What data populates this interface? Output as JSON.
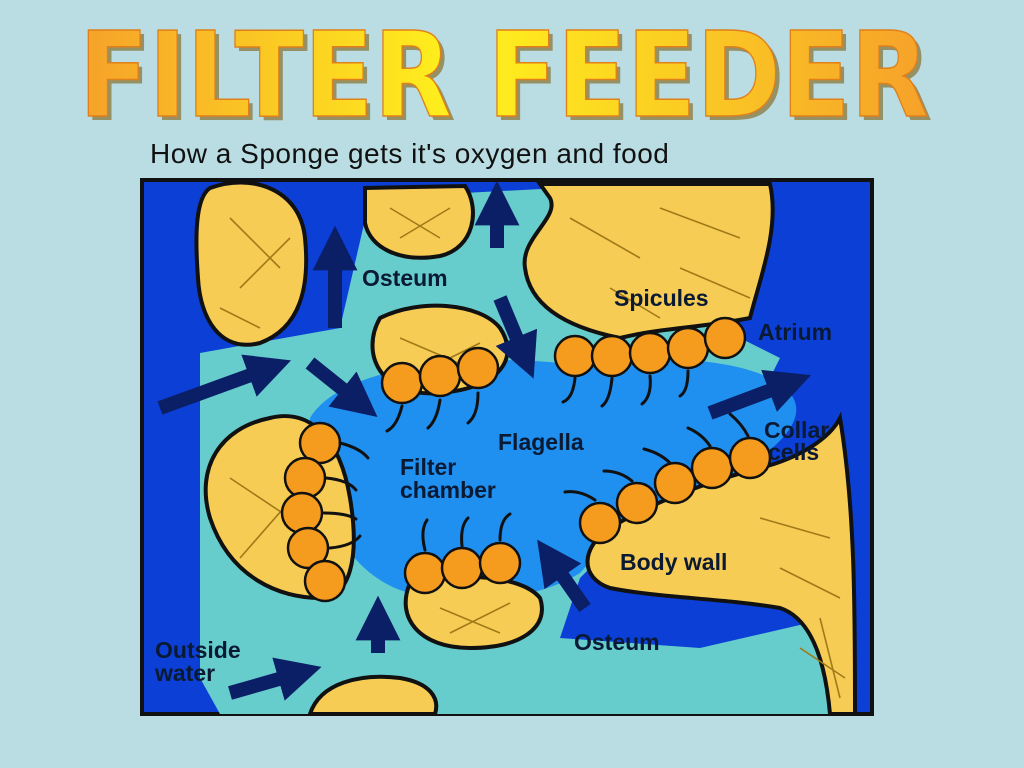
{
  "slide": {
    "title": "FILTER FEEDER",
    "subtitle": "How a Sponge gets it's oxygen and food"
  },
  "diagram": {
    "labels": {
      "osteum_top": "Osteum",
      "spicules": "Spicules",
      "atrium": "Atrium",
      "flagella": "Flagella",
      "filter_chamber_1": "Filter",
      "filter_chamber_2": "chamber",
      "collar_1": "Collar",
      "collar_2": "cells",
      "body_wall": "Body wall",
      "outside_water_1": "Outside",
      "outside_water_2": "water",
      "osteum_bottom": "Osteum"
    },
    "colors": {
      "outer_water": "#0c3fd6",
      "channel_water": "#66cccc",
      "chamber_water": "#1f8ff0",
      "body_tissue": "#f7cc55",
      "collar_cell": "#f59b1e",
      "arrow": "#0b1f66"
    }
  }
}
